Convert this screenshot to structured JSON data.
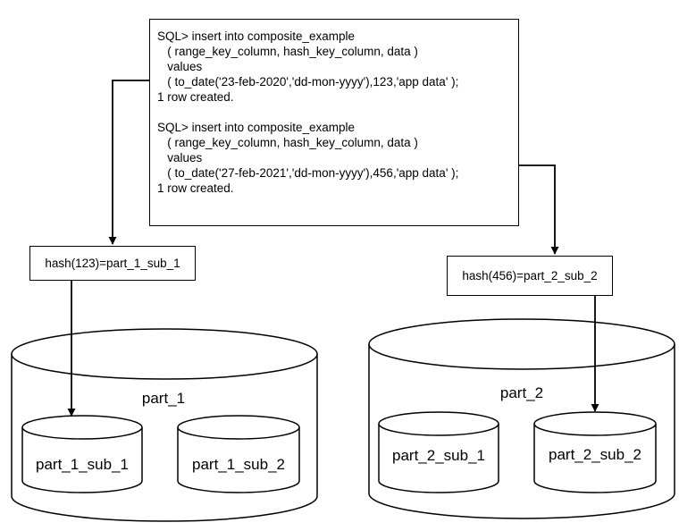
{
  "sql_statements": [
    {
      "lines": [
        "SQL> insert into composite_example",
        "   ( range_key_column, hash_key_column, data )",
        "   values",
        "   ( to_date('23-feb-2020','dd-mon-yyyy'),123,'app data' );",
        "1 row created."
      ]
    },
    {
      "lines": [
        "SQL> insert into composite_example",
        "   ( range_key_column, hash_key_column, data )",
        "   values",
        "   ( to_date('27-feb-2021','dd-mon-yyyy'),456,'app data' );",
        "1 row created."
      ]
    }
  ],
  "hash_boxes": {
    "left": "hash(123)=part_1_sub_1",
    "right": "hash(456)=part_2_sub_2"
  },
  "partitions": [
    {
      "label": "part_1",
      "subpartitions": [
        "part_1_sub_1",
        "part_1_sub_2"
      ]
    },
    {
      "label": "part_2",
      "subpartitions": [
        "part_2_sub_1",
        "part_2_sub_2"
      ]
    }
  ]
}
